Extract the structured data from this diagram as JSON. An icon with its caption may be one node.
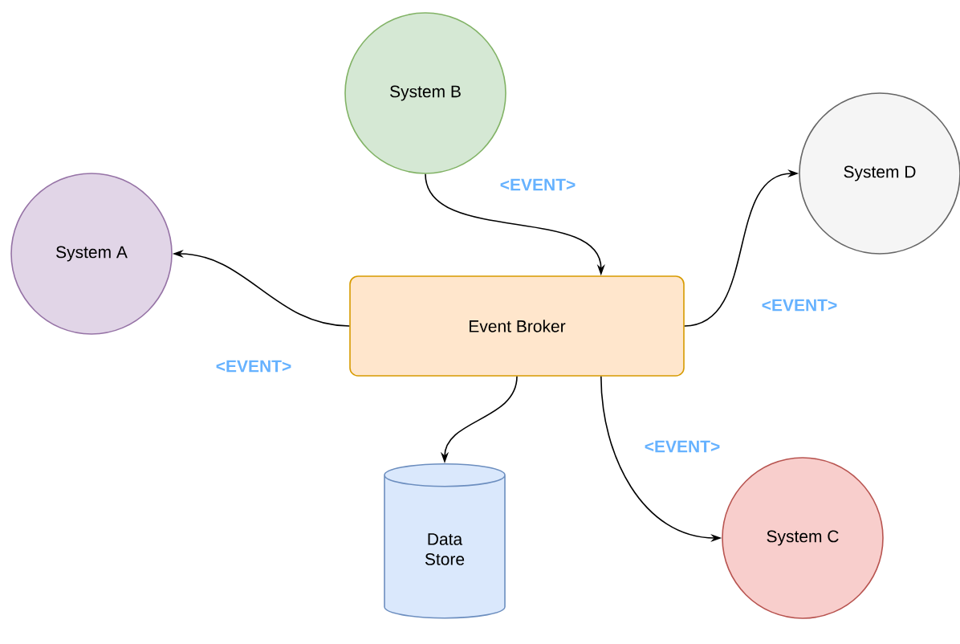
{
  "diagram": {
    "nodes": [
      {
        "text": [
          "System B"
        ]
      },
      {
        "text": [
          "System D"
        ]
      },
      {
        "text": [
          "System A"
        ]
      },
      {
        "text": [
          "Event Broker"
        ]
      },
      {
        "text": [
          "Data Store"
        ]
      },
      {
        "text": [
          "System C"
        ]
      }
    ],
    "edges": [
      {
        "from": 0,
        "to": 3,
        "arrow": "to",
        "label": "<EVENT>"
      },
      {
        "from": 3,
        "to": 1,
        "arrow": "to",
        "label": "<EVENT>"
      },
      {
        "from": 3,
        "to": 2,
        "arrow": "to",
        "label": "<EVENT>"
      },
      {
        "from": 3,
        "to": 4,
        "arrow": "to"
      },
      {
        "from": 3,
        "to": 5,
        "arrow": "to",
        "label": "<EVENT>"
      }
    ]
  }
}
